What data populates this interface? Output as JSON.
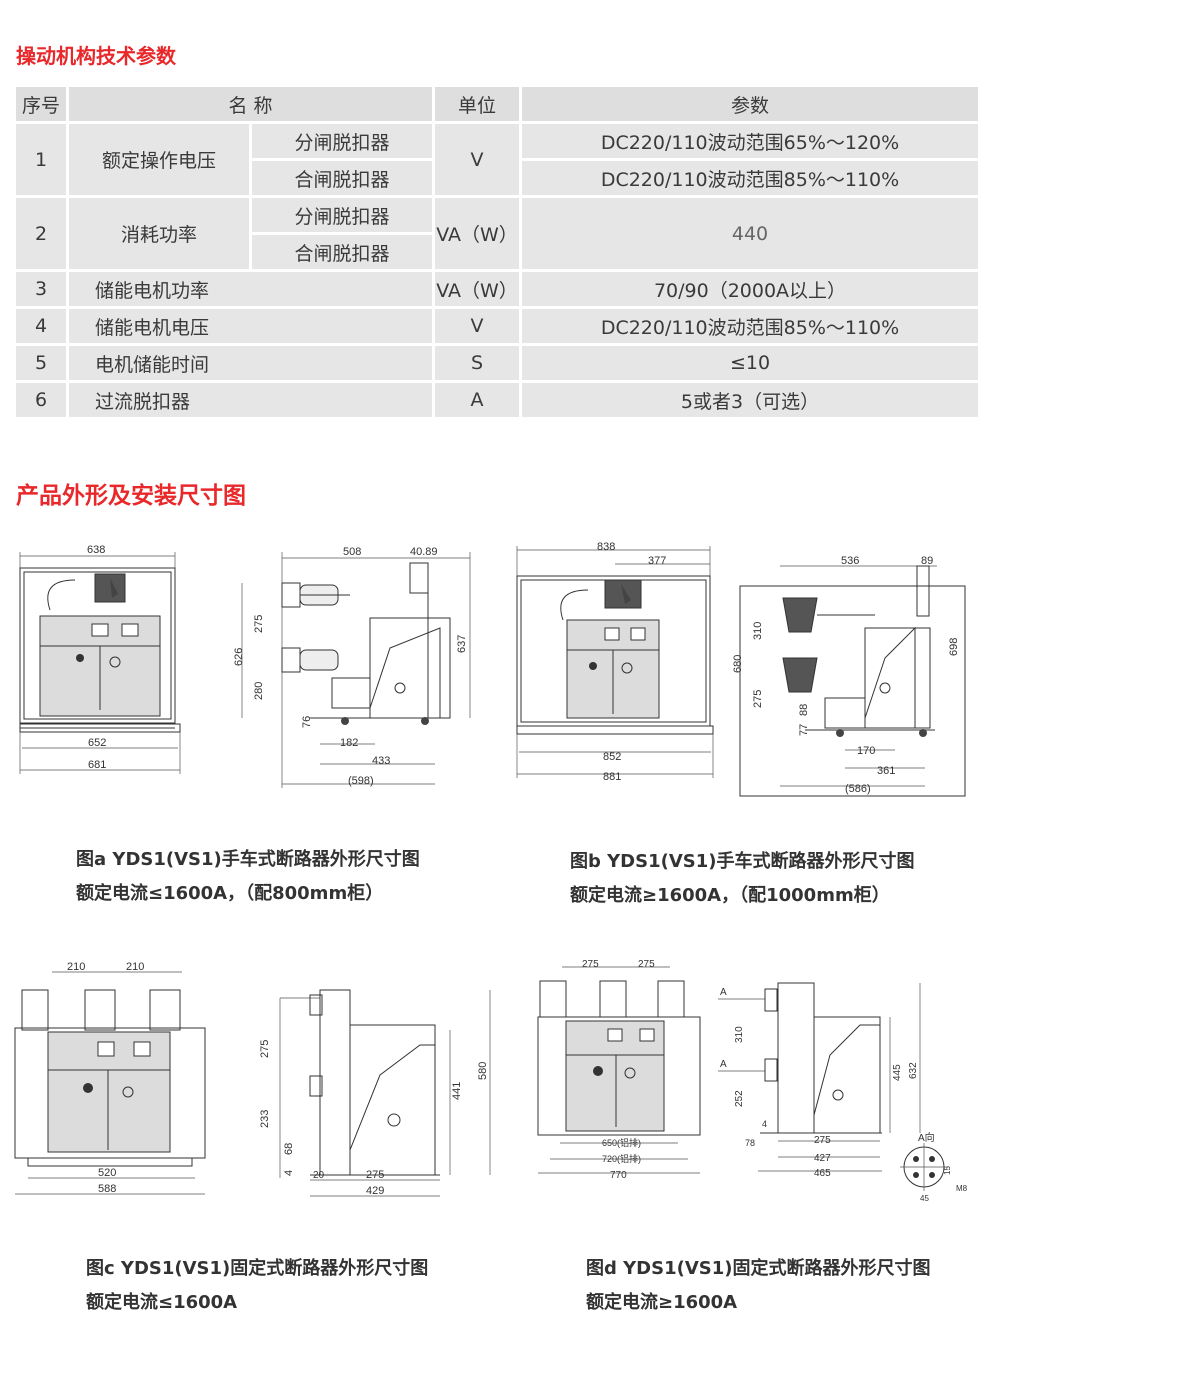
{
  "section1_title": "操动机构技术参数",
  "section2_title": "产品外形及安装尺寸图",
  "table": {
    "headers": [
      "序号",
      "名 称",
      "单位",
      "参数"
    ],
    "rows": [
      {
        "no": "1",
        "name": "额定操作电压",
        "sub": [
          "分闸脱扣器",
          "合闸脱扣器"
        ],
        "unit": "V",
        "values": [
          "DC220/110波动范围65%～120%",
          "DC220/110波动范围85%～110%"
        ]
      },
      {
        "no": "2",
        "name": "消耗功率",
        "sub": [
          "分闸脱扣器",
          "合闸脱扣器"
        ],
        "unit": "VA（W）",
        "value": "440"
      },
      {
        "no": "3",
        "name": "储能电机功率",
        "unit": "VA（W）",
        "value": "70/90（2000A以上）"
      },
      {
        "no": "4",
        "name": "储能电机电压",
        "unit": "V",
        "value": "DC220/110波动范围85%～110%"
      },
      {
        "no": "5",
        "name": "电机储能时间",
        "unit": "S",
        "value": "≤10"
      },
      {
        "no": "6",
        "name": "过流脱扣器",
        "unit": "A",
        "value": "5或者3（可选）"
      }
    ]
  },
  "figures": {
    "a": {
      "caption1": "图a YDS1(VS1)手车式断路器外形尺寸图",
      "caption2": "额定电流≤1600A，（配800mm柜）",
      "front": {
        "top": "638",
        "w1": "652",
        "w2": "681"
      },
      "side": {
        "top": "508",
        "top2": "40.89",
        "h1": "275",
        "h2": "280",
        "h_total": "626",
        "h_right": "637",
        "h_low": "76",
        "b1": "182",
        "b2": "433",
        "b3": "(598)"
      }
    },
    "b": {
      "caption1": "图b YDS1(VS1)手车式断路器外形尺寸图",
      "caption2": "额定电流≥1600A，（配1000mm柜）",
      "front": {
        "top": "838",
        "top2": "377",
        "w1": "852",
        "w2": "881"
      },
      "side": {
        "top": "536",
        "top2": "89",
        "h1": "310",
        "h2": "275",
        "h_total": "680",
        "h_right": "698",
        "h_low1": "77",
        "h_low2": "88",
        "b1": "170",
        "b2": "361",
        "b3": "(586)"
      }
    },
    "c": {
      "caption1": "图c YDS1(VS1)固定式断路器外形尺寸图",
      "caption2": "额定电流≤1600A",
      "front": {
        "p1": "210",
        "p2": "210",
        "w1": "520",
        "w2": "588"
      },
      "side": {
        "h1": "275",
        "h2": "233",
        "h3": "68",
        "h4": "4",
        "h_mid": "441",
        "h_total": "580",
        "b0": "20",
        "b1": "275",
        "b2": "429"
      }
    },
    "d": {
      "caption1": "图d YDS1(VS1)固定式断路器外形尺寸图",
      "caption2": "额定电流≥1600A",
      "front": {
        "p1": "275",
        "p2": "275",
        "w1": "650(铝排)",
        "w2": "720(铝排)",
        "w3": "770"
      },
      "side": {
        "marker": "A",
        "h1": "310",
        "h2": "252",
        "h3": "4",
        "h_mid": "445",
        "h_total": "632",
        "b0": "78",
        "b1": "275",
        "b2": "427",
        "b3": "465",
        "view": "A向",
        "d1": "15",
        "d2": "M8",
        "d3": "45"
      }
    }
  }
}
